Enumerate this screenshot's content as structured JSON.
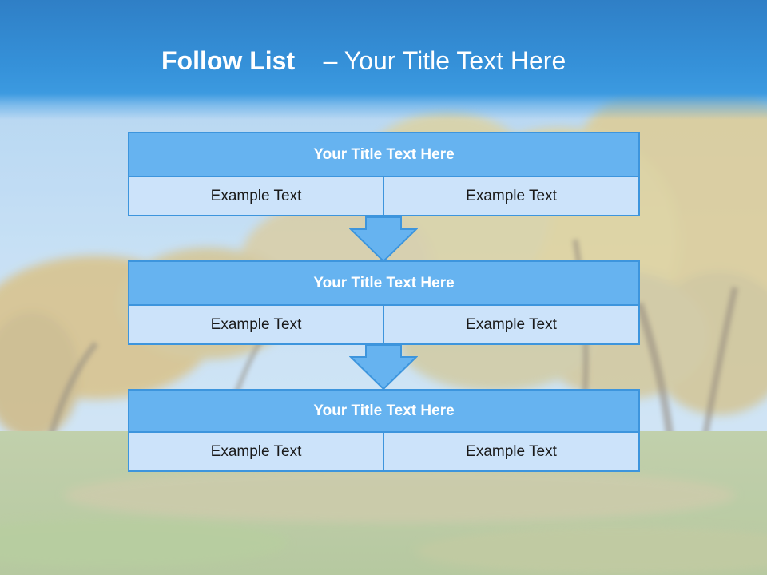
{
  "slide": {
    "title_bold": "Follow List",
    "title_rest": "– Your Title Text Here"
  },
  "blocks": [
    {
      "title": "Your Title Text Here",
      "left_text": "Example Text",
      "right_text": "Example Text"
    },
    {
      "title": "Your Title Text Here",
      "left_text": "Example Text",
      "right_text": "Example Text"
    },
    {
      "title": "Your Title Text Here",
      "left_text": "Example Text",
      "right_text": "Example Text"
    }
  ],
  "colors": {
    "header": "#3591d9",
    "block_title": "#66b3f0",
    "block_cell": "#cce3fa",
    "border": "#3d95dd",
    "arrow": "#66b3f0"
  },
  "background": {
    "scene": "autumn-park"
  }
}
